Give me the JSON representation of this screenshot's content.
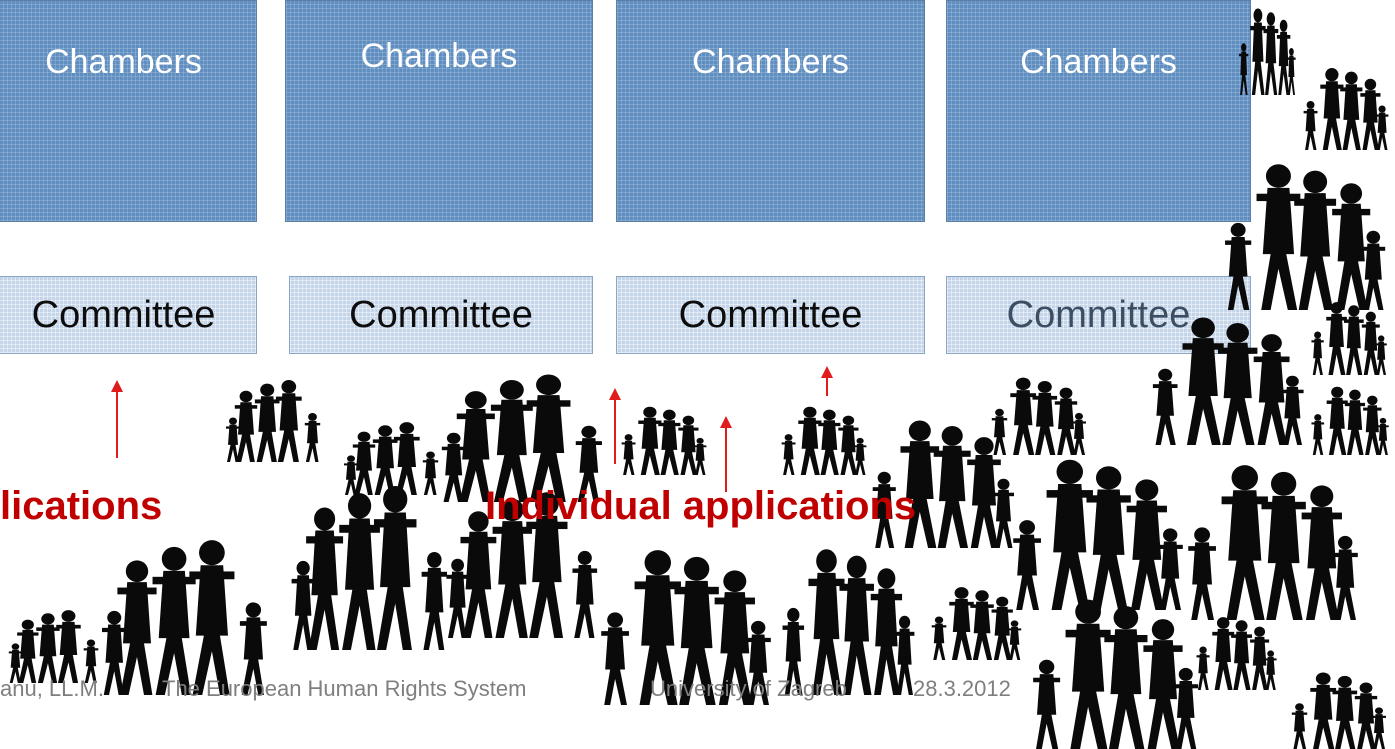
{
  "chambers": {
    "label": "Chambers"
  },
  "committees": {
    "label": "Committee"
  },
  "labels": {
    "left": "lications",
    "center": "Individual applications"
  },
  "footer": {
    "author": "anu, LL.M.",
    "title": "The European Human Rights System",
    "venue": "University of Zagreb",
    "date": "28.3.2012"
  },
  "colors": {
    "chamber_blue": "#5f8ec0",
    "committee_blue": "#c4d5e9",
    "arrow_red": "#e11b1b",
    "label_red": "#c00000",
    "footer_gray": "#7f7f7f"
  },
  "icons": {
    "people": "family-silhouette-icon"
  }
}
